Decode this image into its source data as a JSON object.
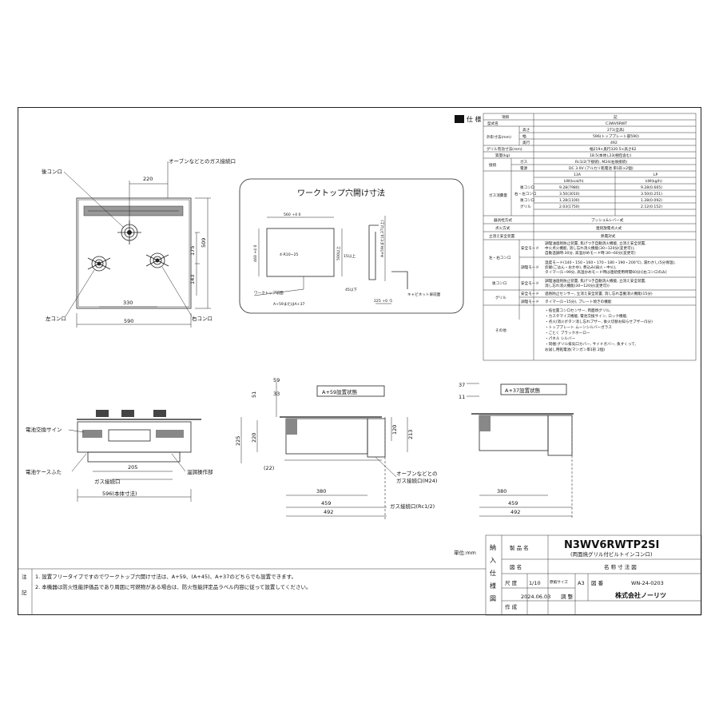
{
  "spec": {
    "title": "仕 様",
    "header": {
      "item": "項目",
      "value": "記"
    },
    "rows": [
      {
        "group": "",
        "label": "型式名",
        "value": "C3WV6RWT"
      },
      {
        "group": "外形寸法(mm)",
        "label": "高さ",
        "value": "271(全高)"
      },
      {
        "group": "",
        "label": "幅",
        "value": "596(トッププレート部590)"
      },
      {
        "group": "",
        "label": "奥行",
        "value": "492"
      },
      {
        "group": "",
        "label": "グリル有効寸法(mm)",
        "value": "幅219×奥行320.5×高さ62"
      },
      {
        "group": "",
        "label": "質量(kg)",
        "value": "18.5(本体),23(梱包含む)"
      },
      {
        "group": "接続",
        "label": "ガス",
        "value": "Rc1/2(下接続), M24(右後接続)"
      },
      {
        "group": "",
        "label": "電源",
        "value": "DC 3.0V (アルカリ乾電池 単1形×2個)"
      }
    ],
    "gas_header": {
      "col13a": "13A",
      "lp": "LP",
      "unit13a": "kW(kcal/h)",
      "unitlp": "kW(kg/h)"
    },
    "gas_label": "ガス消費量",
    "gas_rows": [
      {
        "label": "後コンロ",
        "a13": "9.28(7980)",
        "lp": "9.28(0.665)"
      },
      {
        "label": "右・左コンロ",
        "a13": "3.50(3010)",
        "lp": "3.50(0.251)"
      },
      {
        "label": "後コンロ",
        "a13": "1.28(1100)",
        "lp": "1.28(0.092)"
      },
      {
        "label": "グリル",
        "a13": "2.03(1750)",
        "lp": "2.12(0.152)"
      }
    ],
    "misc_rows": [
      {
        "label": "器具栓方式",
        "value": "プッシュ&レバー式"
      },
      {
        "label": "点火方式",
        "value": "連続放電点火式"
      },
      {
        "label": "立消え安全装置",
        "value": "熱電対式"
      }
    ],
    "safety_label_rl": "左・右コンロ",
    "safety_rl": [
      {
        "mode": "安全モード",
        "lines": [
          "調理油過熱防止装置, 焦げつき自動消火機能, 立消え安全装置,",
          "中火点火機能, 消し忘れ消火機能(30~120分(変更可)),",
          "自動温調時:30分, 高温炒めモード時:30~60分(変更可)"
        ]
      },
      {
        "mode": "調理モード",
        "lines": [
          "温度モード(140・150・160・170・180・190・200℃), 湯わかし(5分保温),",
          "炊飯(ごはん・おかゆ), 煮込み(弱火・中火),",
          "タイマー(1~99分, 高温炒めモード時は連続使用時間60分)[右コンロのみ]"
        ]
      }
    ],
    "safety_label_rear": "後コンロ",
    "safety_rear": [
      {
        "mode": "安全モード",
        "lines": [
          "調理油過熱防止装置, 焦げつき自動消火機能, 立消え安全装置,",
          "消し忘れ消火機能(30~120分(変更可))"
        ]
      }
    ],
    "safety_label_grill": "グリル",
    "safety_grill": [
      {
        "mode": "安全モード",
        "lines": [
          "過熱防止センサー, 立消え安全装置, 消し忘れ自動消火機能(15分)"
        ]
      },
      {
        "mode": "調理モード",
        "lines": [
          "タイマー(1~15分), プレート焼きの機能"
        ]
      }
    ],
    "other_label": "その他",
    "other_lines": [
      "・低位置コンロセンサー, 両面焼グリル,",
      "・カスタマイズ機能, 電池交換サイン, ロック機能,",
      "・点火/消火ボタン消し忘れブザー, 後火切替お知らせブザー(5分)",
      "・トッププレート ムーンシルバーガラス",
      "・ごとく ブラックホーロー",
      "・パネル シルバー",
      "・同梱:グリル排気口カバー, サイドガバー, 魚すくって,",
      "  お試し用乾電池(マンガン単1形 2個)"
    ]
  },
  "top_view": {
    "labels": {
      "rear": "後コンロ",
      "gas_conn": "オーブンなどとのガス接続口",
      "left": "左コンロ",
      "right": "右コンロ"
    },
    "dims": {
      "d220": "220",
      "d175": "175",
      "d509": "509",
      "d143": "143",
      "d330": "330",
      "d590": "590"
    }
  },
  "cutout": {
    "title": "ワークトップ穴開け寸法",
    "dims": {
      "w560": "560 +4 0",
      "h460": "460 +4 0",
      "r": "4-R10~25",
      "d500": "500以上",
      "d15": "15以上",
      "d45": "45以下",
      "d225": "225 +0 -5",
      "v_ahead": "A±59(または,37以上)"
    },
    "labels": {
      "front": "ワークトップ前面",
      "a59": "A+59またはA+37",
      "cabinet": "キャビネット扉前面"
    }
  },
  "front_view": {
    "labels": {
      "battery_sign": "電池交換サイン",
      "battery_cover": "電池ケースふた",
      "gas_port": "ガス接続口",
      "temp": "温調操作部",
      "body": "596(本体寸法)"
    },
    "dims": {
      "d205": "205"
    }
  },
  "side_a59": {
    "title": "A+59設置状態",
    "dims": {
      "d59": "59",
      "d51": "51",
      "d33": "33",
      "d225": "225",
      "d220": "220",
      "d120": "120",
      "d213": "213",
      "d22": "(22)",
      "d380": "380",
      "d459": "459",
      "d492": "492"
    },
    "labels": {
      "oven": "オーブンなどとの",
      "oven2": "ガス接続口(M24)",
      "gas": "ガス接続口(Rc1/2)"
    }
  },
  "side_a37": {
    "title": "A+37設置状態",
    "dims": {
      "d37": "37",
      "d11": "11",
      "d380": "380",
      "d459": "459",
      "d492": "492"
    }
  },
  "title_block": {
    "unit": "単位:mm",
    "nouiri": [
      "納",
      "入",
      "仕",
      "様",
      "図"
    ],
    "product_label": "製 品 名",
    "model": "N3WV6RWTP2SI",
    "model_sub": "(両面焼グリル付ビルトインコンロ)",
    "drawing_label": "図    名",
    "drawing_name": "名 称 寸 法 図",
    "scale_label": "尺 度",
    "scale": "1/10",
    "paper_label": "原紙サイズ",
    "paper": "A3",
    "number_label": "図 番",
    "number": "WN-24-0203",
    "created_label": "作 成",
    "created": "2024.06.03",
    "adjust_label": "調 整",
    "company": "株式会社ノーリツ"
  },
  "notes": {
    "label": [
      "注",
      "記"
    ],
    "lines": [
      "1. 設置フリータイプですのでワークトップ穴開け寸法は、A+59、(A+45)、A+37のどちらでも設置できます。",
      "2. 本機器は防火性能評価品であり周囲に可燃物がある場合は、防火性能評定品ラベル内容に従って設置してください。"
    ]
  }
}
